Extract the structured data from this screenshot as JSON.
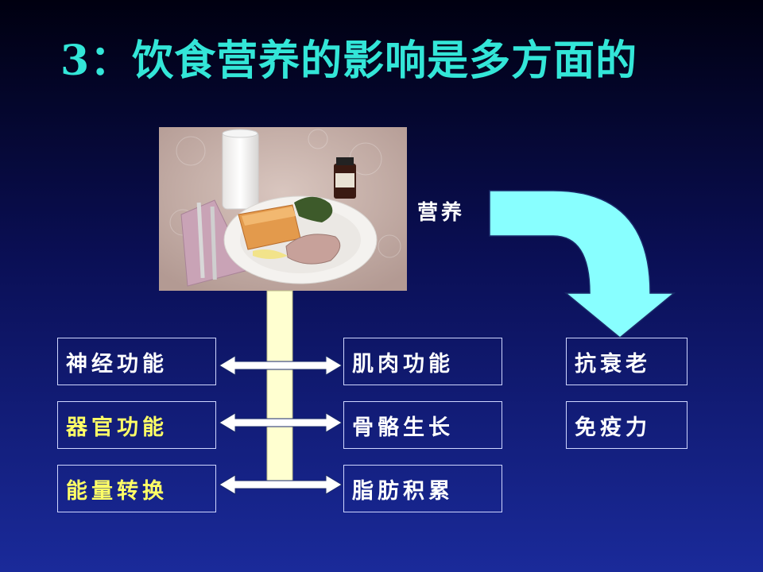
{
  "slide": {
    "title": "3：饮食营养的影响是多方面的",
    "nutrition_label": "营养"
  },
  "left_boxes": [
    {
      "label": "神经功能"
    },
    {
      "label": "器官功能"
    },
    {
      "label": "能量转换"
    }
  ],
  "middle_boxes": [
    {
      "label": "肌肉功能"
    },
    {
      "label": "骨骼生长"
    },
    {
      "label": "脂肪积累"
    }
  ],
  "right_boxes": [
    {
      "label": "抗衰老"
    },
    {
      "label": "免疫力"
    }
  ],
  "colors": {
    "title": "#33e6d8",
    "nutrition_label": "#ffffff",
    "box_text_white": "#ffffff",
    "box_text_yellow": "#ffff66",
    "curved_arrow": "#88ffff",
    "connector_fill": "#ffffd0"
  }
}
